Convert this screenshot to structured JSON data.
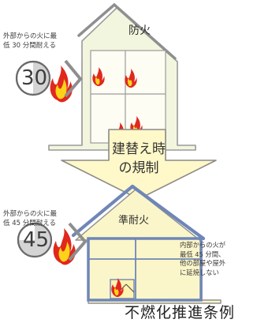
{
  "top_house": {
    "label": "防火",
    "fire_note": "外部からの火に最\n低 30 分間耐える",
    "minutes": "30"
  },
  "transition": {
    "line1": "建替え時",
    "line2": "の規制"
  },
  "bottom_house": {
    "label": "準耐火",
    "fire_note": "外部からの火に最\n低 45 分間耐える",
    "minutes": "45",
    "interior_note": "内部からの火が\n最低 45 分間、\n他の部屋や屋外\nに延焼しない"
  },
  "caption": "不燃化推進条例",
  "colors": {
    "top_house_fill": "#f3f6de",
    "top_house_stroke": "#8f8f8f",
    "bottom_house_fill": "#fbf6c9",
    "bottom_house_stroke": "#6f86b8",
    "arrow_fill": "#fff8c8",
    "arrow_stroke": "#8a8a8a",
    "flame_outer": "#e0281e",
    "flame_inner": "#ffd21a"
  }
}
